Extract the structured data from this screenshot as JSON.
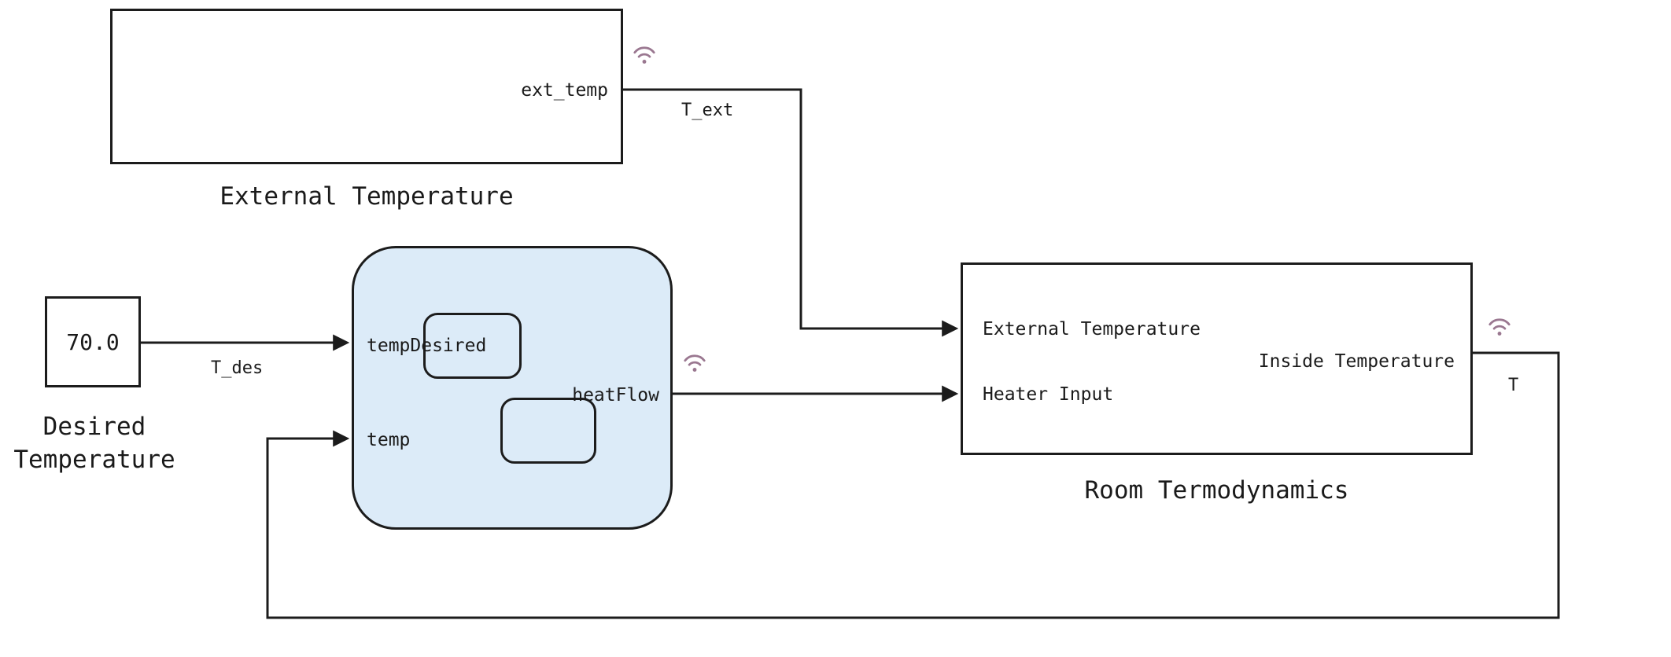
{
  "canvas": {
    "background_color": "#ffffff",
    "line_color": "#1c1c1c",
    "chart_fill_color": "#dcebf8",
    "wifi_badge_color": "#9a7790"
  },
  "blocks": {
    "external_temperature": {
      "caption": "External Temperature",
      "output_port": "ext_temp"
    },
    "desired_temperature": {
      "value": "70.0",
      "caption": "Desired\nTemperature"
    },
    "chart": {
      "inputs": [
        "tempDesired",
        "temp"
      ],
      "output": "heatFlow"
    },
    "room_thermodynamics": {
      "caption": "Room Termodynamics",
      "inputs": [
        "External Temperature",
        "Heater Input"
      ],
      "output": "Inside Temperature"
    }
  },
  "signals": {
    "t_ext": "T_ext",
    "t_des": "T_des",
    "t": "T"
  },
  "icons": {
    "wifi": "signal-logging-wifi-badge"
  }
}
